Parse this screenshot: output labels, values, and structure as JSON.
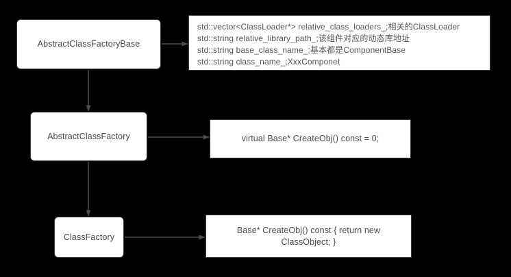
{
  "diagram": {
    "title": "Class factory hierarchy diagram",
    "background_color": "#000000",
    "node_fill_color": "#ffffff",
    "node_border_color": "#3a3a3a",
    "edge_color": "#4d4d4d",
    "text_color": "#4a4a4a"
  },
  "nodes": {
    "abstract_class_factory_base": {
      "label": "AbstractClassFactoryBase"
    },
    "attributes": {
      "lines": [
        "std::vector<ClassLoader*> relative_class_loaders_;相关的ClassLoader",
        "std::string relative_library_path_;该组件对应的动态库地址",
        "std::string base_class_name_;基本都是ComponentBase",
        "std::string class_name_;XxxComponet"
      ]
    },
    "abstract_class_factory": {
      "label": "AbstractClassFactory"
    },
    "create_obj_pure_virtual": {
      "label": "virtual Base* CreateObj() const = 0;"
    },
    "class_factory": {
      "label": "ClassFactory"
    },
    "create_obj_impl": {
      "line1": "Base* CreateObj() const { return new",
      "line2": "ClassObject; }"
    }
  },
  "edges": [
    {
      "from": "abstract_class_factory_base",
      "to": "attributes",
      "direction": "right"
    },
    {
      "from": "abstract_class_factory_base",
      "to": "abstract_class_factory",
      "direction": "down"
    },
    {
      "from": "abstract_class_factory",
      "to": "create_obj_pure_virtual",
      "direction": "right"
    },
    {
      "from": "abstract_class_factory",
      "to": "class_factory",
      "direction": "down"
    },
    {
      "from": "class_factory",
      "to": "create_obj_impl",
      "direction": "right"
    }
  ]
}
